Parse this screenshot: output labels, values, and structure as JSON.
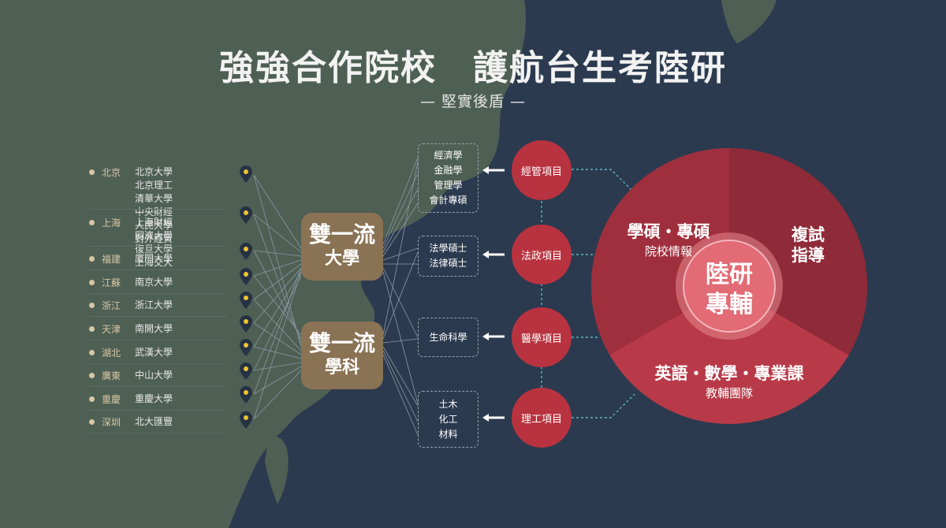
{
  "header": {
    "title": "強強合作院校　護航台生考陸研",
    "subtitle": "— 堅實後盾 —"
  },
  "cities": [
    {
      "name": "北京",
      "universities": [
        "北京大學",
        "北京理工",
        "清華大學",
        "中央財經",
        "人民大學",
        "對外經貿"
      ]
    },
    {
      "name": "上海",
      "universities": [
        "上海財經",
        "同濟大學",
        "復旦大學",
        "上海交大"
      ]
    },
    {
      "name": "福建",
      "universities": [
        "廈門大學"
      ]
    },
    {
      "name": "江蘇",
      "universities": [
        "南京大學"
      ]
    },
    {
      "name": "浙江",
      "universities": [
        "浙江大學"
      ]
    },
    {
      "name": "天津",
      "universities": [
        "南開大學"
      ]
    },
    {
      "name": "湖北",
      "universities": [
        "武漢大學"
      ]
    },
    {
      "name": "廣東",
      "universities": [
        "中山大學"
      ]
    },
    {
      "name": "重慶",
      "universities": [
        "重慶大學"
      ]
    },
    {
      "name": "深圳",
      "universities": [
        "北大匯豐"
      ]
    }
  ],
  "hubs": [
    {
      "line1": "雙一流",
      "line2": "大學"
    },
    {
      "line1": "雙一流",
      "line2": "學科"
    }
  ],
  "subjects": [
    [
      "經濟學",
      "金融學",
      "管理學",
      "會計專碩"
    ],
    [
      "法學碩士",
      "法律碩士"
    ],
    [
      "生命科學"
    ],
    [
      "土木",
      "化工",
      "材料"
    ]
  ],
  "categories": [
    "經管項目",
    "法政項目",
    "醫學項目",
    "理工項目"
  ],
  "wheel": {
    "center_line1": "陸研",
    "center_line2": "專輔",
    "left_title": "學碩・專碩",
    "left_sub": "院校情報",
    "right_line1": "複試",
    "right_line2": "指導",
    "bottom_title": "英語・數學・專業課",
    "bottom_sub": "教輔團隊"
  },
  "colors": {
    "background": "#2b3a4f",
    "land": "#4e5f54",
    "hub": "#8a7254",
    "category": "#b8333f",
    "wheel_dark": "#8f2a38",
    "wheel_mid": "#a02f3d",
    "wheel_light": "#b83a48",
    "center": "#e36b75",
    "pin_dot": "#f2c230"
  }
}
